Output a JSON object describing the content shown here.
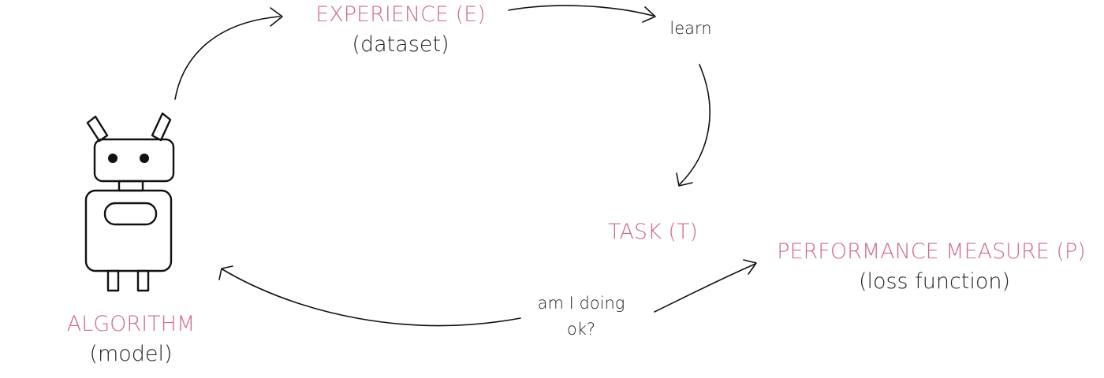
{
  "colors": {
    "accent": "#cf6a8a",
    "ink": "#222222"
  },
  "nodes": {
    "experience": {
      "title": "EXPERIENCE (E)",
      "subtitle": "(dataset)"
    },
    "task": {
      "title": "TASK (T)"
    },
    "performance": {
      "title": "PERFORMANCE MEASURE (P)",
      "subtitle": "(loss function)"
    },
    "algorithm": {
      "title": "ALGORITHM",
      "subtitle": "(model)",
      "icon": "robot-icon"
    }
  },
  "edges": {
    "learn": {
      "label": "learn"
    },
    "feedback": {
      "line1": "am I doing",
      "line2": "ok?"
    }
  }
}
